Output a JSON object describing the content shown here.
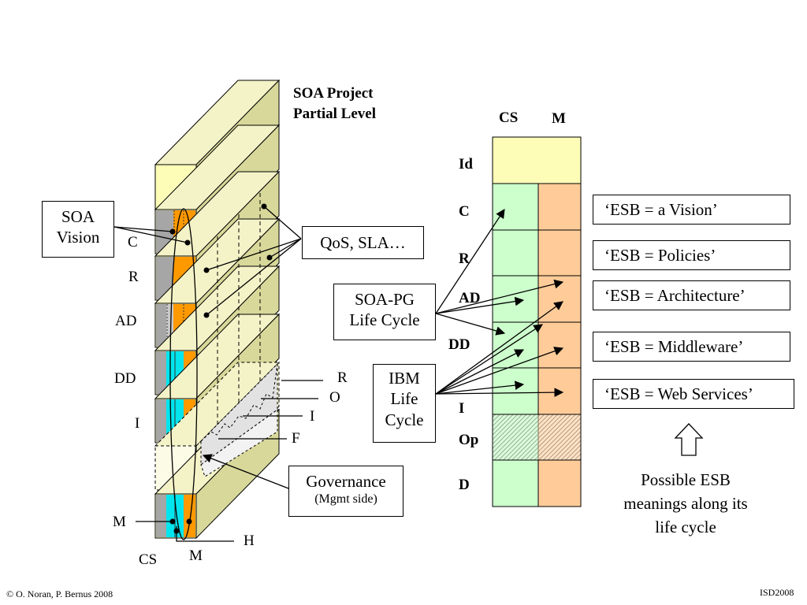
{
  "title": {
    "line1": "SOA Project",
    "line2": "Partial Level"
  },
  "callouts": {
    "soa_vision": {
      "line1": "SOA",
      "line2": "Vision"
    },
    "qos_sla": "QoS, SLA…",
    "soa_pg": {
      "line1": "SOA-PG",
      "line2": "Life Cycle"
    },
    "ibm": {
      "line1": "IBM",
      "line2": "Life",
      "line3": "Cycle"
    },
    "governance": {
      "line1": "Governance",
      "line2": "(Mgmt side)"
    }
  },
  "left_phase_labels": [
    "C",
    "R",
    "AD",
    "DD",
    "I"
  ],
  "left_axis": {
    "m": "M",
    "cs": "CS",
    "m_bottom": "M",
    "h": "H"
  },
  "protrusion_labels": [
    "R",
    "O",
    "I",
    "F"
  ],
  "grid": {
    "col_headers": [
      "CS",
      "M"
    ],
    "row_labels": [
      "Id",
      "C",
      "R",
      "AD",
      "DD",
      "I",
      "Op",
      "D"
    ]
  },
  "esb_meanings": [
    "‘ESB = a Vision’",
    "‘ESB = Policies’",
    "‘ESB = Architecture’",
    "‘ESB = Middleware’",
    "‘ESB = Web Services’"
  ],
  "possible_esb": {
    "line1": "Possible ESB",
    "line2": "meanings along its",
    "line3": "life cycle"
  },
  "footer": {
    "left": "© O. Noran, P. Bernus 2008",
    "right": "ISD2008"
  },
  "colors": {
    "yellow": "#fdfdb8",
    "olive_top": "#f4f3c8",
    "olive_side": "#d8d89a",
    "green": "#ccffcc",
    "peach": "#ffcc99",
    "orange": "#ff9900",
    "cyan": "#00e5ee",
    "gray": "#a6a6a6"
  }
}
